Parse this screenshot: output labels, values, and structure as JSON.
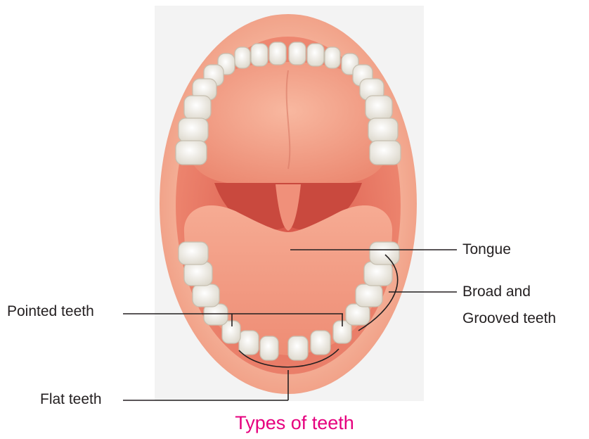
{
  "labels": {
    "tongue": "Tongue",
    "broad_line1": "Broad and",
    "broad_line2": "Grooved teeth",
    "pointed": "Pointed teeth",
    "flat": "Flat teeth"
  },
  "caption": "Types of teeth",
  "colors": {
    "caption": "#e6007e",
    "label_text": "#231f20",
    "leader_line": "#231f20",
    "lips": "#f2a184",
    "mouth_cavity": "#e66e5c",
    "palate": "#f2a088",
    "tongue": "#f39a84",
    "teeth": "#f4f1ea",
    "background_panel": "#f3f3f3"
  }
}
